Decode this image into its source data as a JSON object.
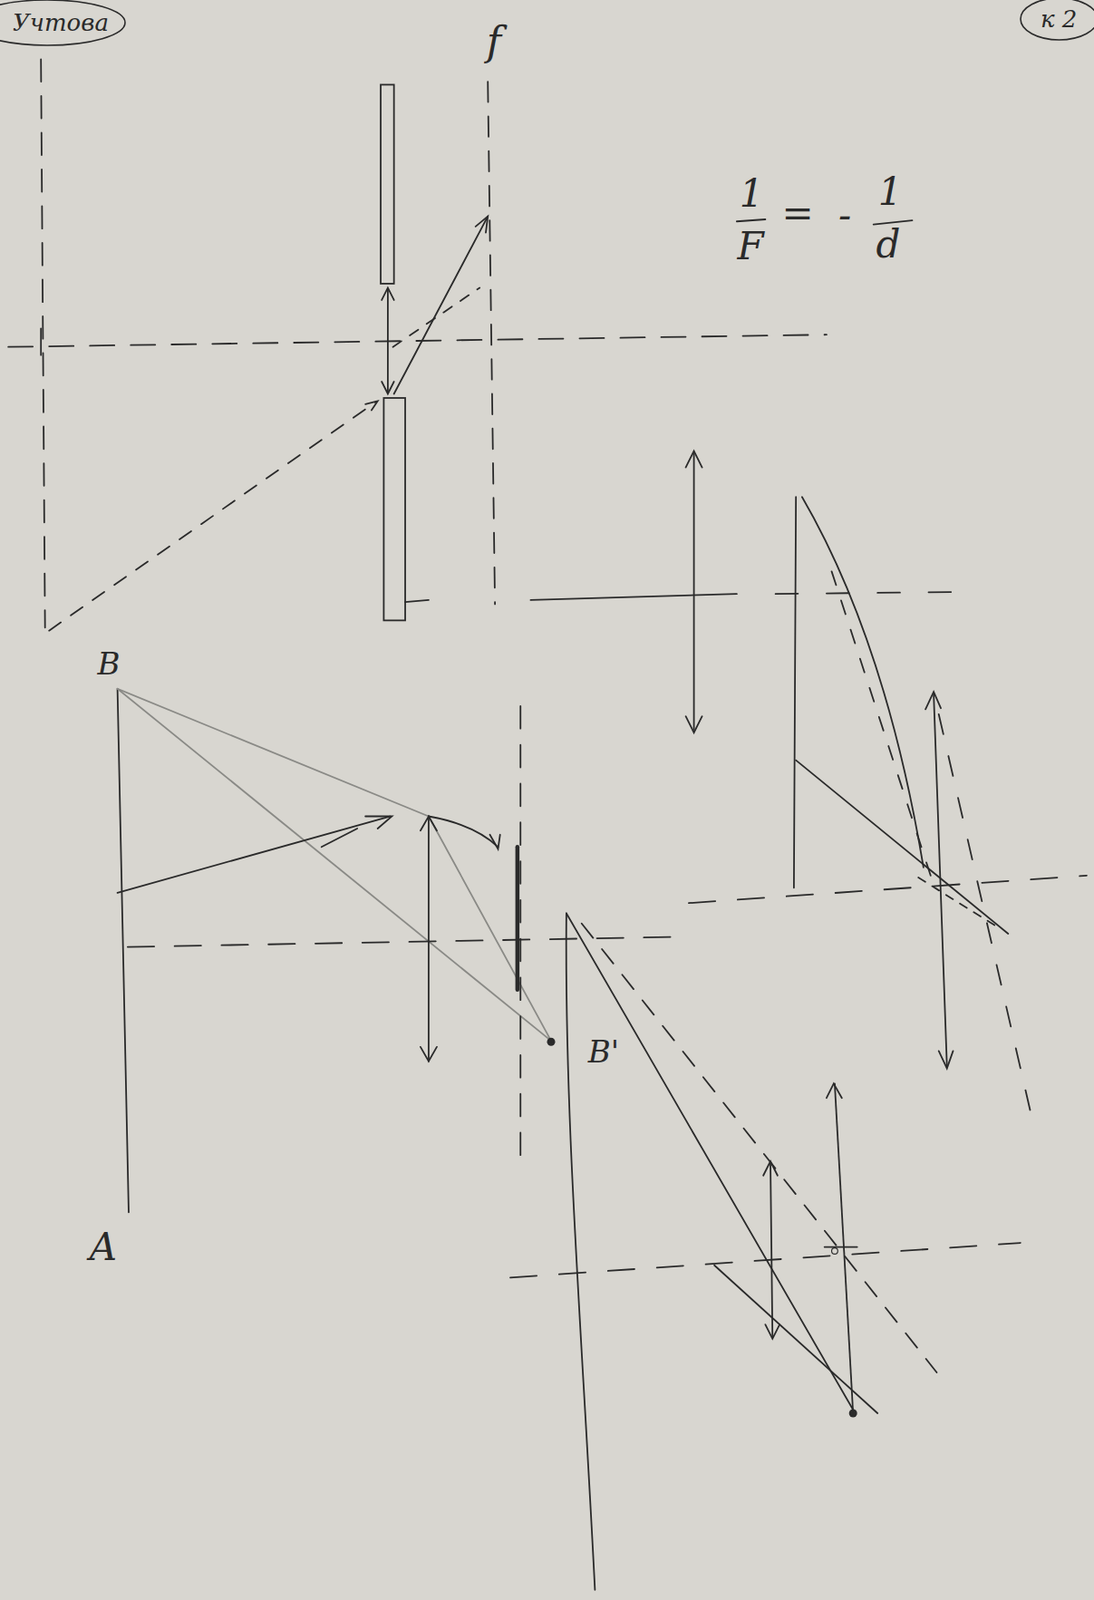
{
  "diagram": {
    "nodes": [
      {
        "text": [
          "Учтова"
        ]
      },
      {
        "text": [
          "к 2"
        ]
      }
    ],
    "labels": [
      "f",
      "1",
      "F",
      "=",
      "-",
      "1",
      "d",
      "B",
      "A",
      "B'"
    ]
  }
}
